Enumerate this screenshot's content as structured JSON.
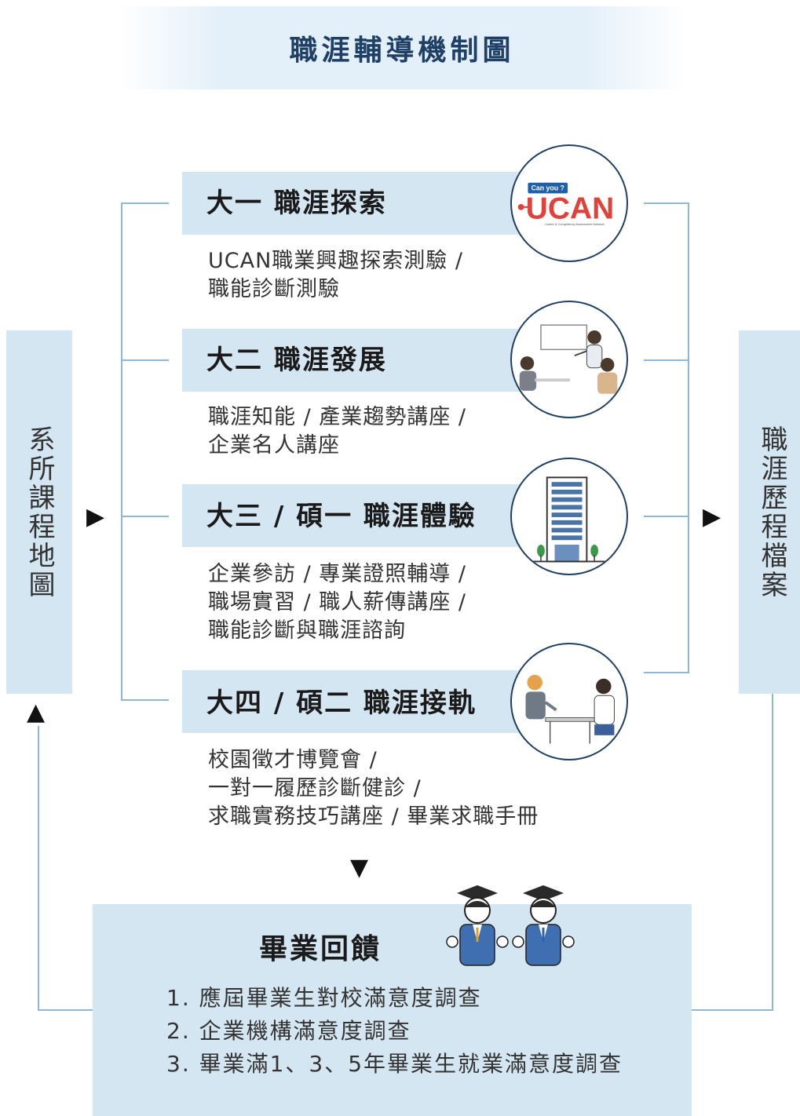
{
  "title": "職涯輔導機制圖",
  "left_panel": {
    "label": "系所課程地圖"
  },
  "right_panel": {
    "label": "職涯歷程檔案"
  },
  "stages": [
    {
      "title": "大一 職涯探索",
      "lines": [
        "UCAN職業興趣探索測驗 /",
        "職能診斷測驗"
      ],
      "illustration": "ucan-logo",
      "logo": {
        "tagline": "Can you ?",
        "name": "UCAN",
        "subtitle": "Career & Competency Assessment Network",
        "brand_color": "#e0413a"
      }
    },
    {
      "title": "大二 職涯發展",
      "lines": [
        "職涯知能 / 產業趨勢講座 /",
        "企業名人講座"
      ],
      "illustration": "presentation-meeting-icon"
    },
    {
      "title": "大三 / 碩一 職涯體驗",
      "lines": [
        "企業參訪 / 專業證照輔導 /",
        "職場實習 / 職人薪傳講座 /",
        "職能診斷與職涯諮詢"
      ],
      "illustration": "office-building-icon"
    },
    {
      "title": "大四 / 碩二 職涯接軌",
      "lines": [
        "校園徵才博覽會 /",
        "一對一履歷診斷健診 /",
        "求職實務技巧講座 / 畢業求職手冊"
      ],
      "illustration": "job-interview-icon"
    }
  ],
  "feedback": {
    "title": "畢業回饋",
    "illustration": "graduates-icon",
    "items": [
      "1. 應屆畢業生對校滿意度調查",
      "2. 企業機構滿意度調查",
      "3. 畢業滿1、3、5年畢業生就業滿意度調查"
    ]
  },
  "colors": {
    "title_text": "#1f3f66",
    "panel_fill": "#d5e6f3",
    "connector_line": "#8fb8d6",
    "circle_border": "#1f3f66"
  }
}
